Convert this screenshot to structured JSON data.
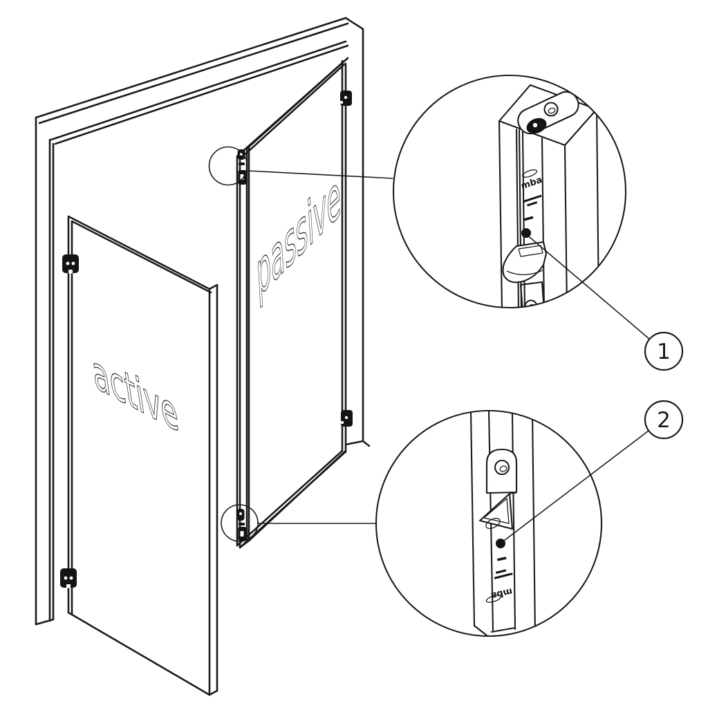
{
  "figure": {
    "type": "isometric technical line drawing",
    "subject": "double door set with flush bolts on passive leaf",
    "background_color": "#ffffff",
    "line_color": "#1a1a1a",
    "label_outline_color": "#3d3d3d"
  },
  "doors": {
    "active_label": "active",
    "passive_label": "passive"
  },
  "brand_mark": "mba",
  "callouts": [
    {
      "number": "1"
    },
    {
      "number": "2"
    }
  ]
}
